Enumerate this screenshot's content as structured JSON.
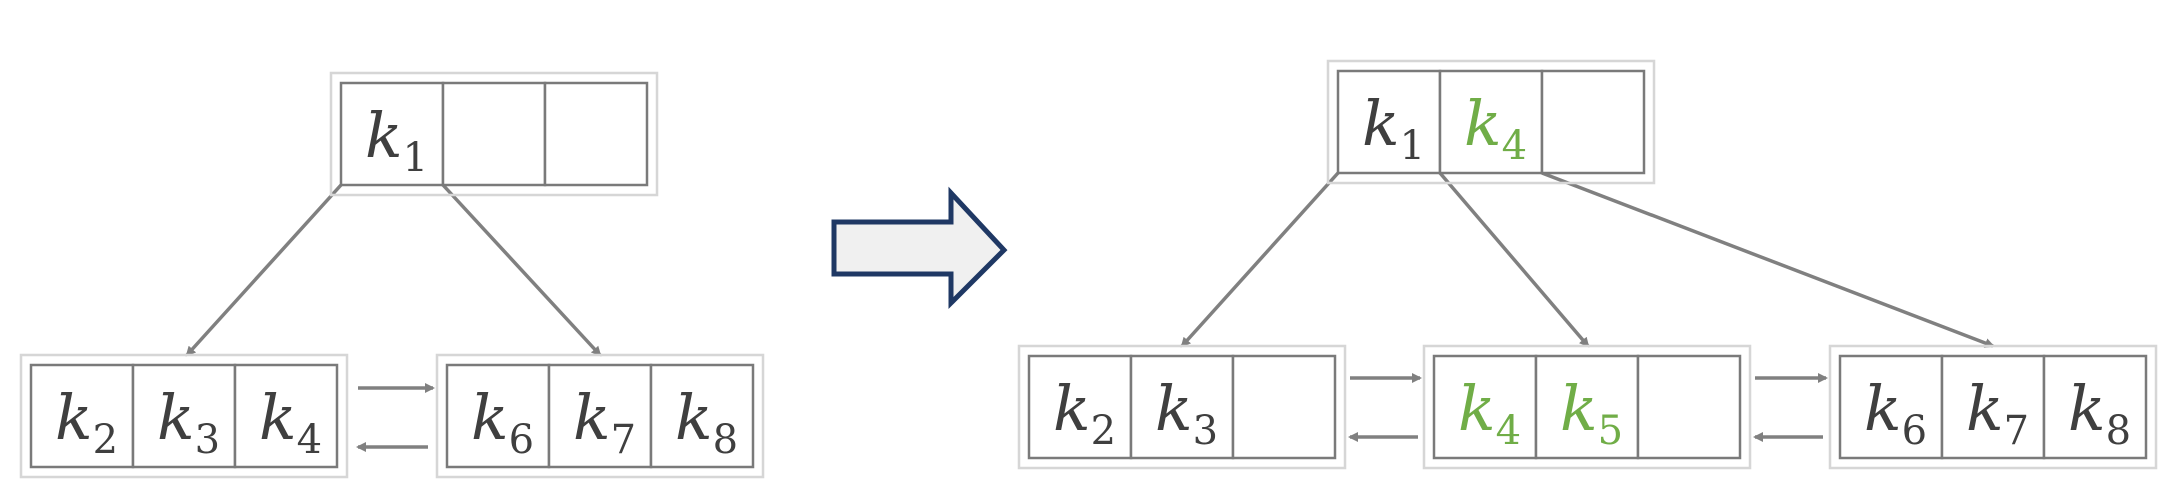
{
  "colors": {
    "cell_stroke": "#7a7a7a",
    "node_outline": "#d6d6d6",
    "edge": "#808080",
    "text": "#3f3f3f",
    "highlight": "#70ad47",
    "arrow_fill": "#f0f0f0",
    "arrow_stroke": "#1f3864"
  },
  "before": {
    "root": {
      "keys": [
        {
          "base": "k",
          "sub": "1"
        },
        null,
        null
      ]
    },
    "left_leaf": {
      "keys": [
        {
          "base": "k",
          "sub": "2"
        },
        {
          "base": "k",
          "sub": "3"
        },
        {
          "base": "k",
          "sub": "4"
        }
      ]
    },
    "right_leaf": {
      "keys": [
        {
          "base": "k",
          "sub": "6"
        },
        {
          "base": "k",
          "sub": "7"
        },
        {
          "base": "k",
          "sub": "8"
        }
      ]
    }
  },
  "after": {
    "root": {
      "keys": [
        {
          "base": "k",
          "sub": "1"
        },
        {
          "base": "k",
          "sub": "4",
          "highlight": true
        },
        null
      ]
    },
    "left_leaf": {
      "keys": [
        {
          "base": "k",
          "sub": "2"
        },
        {
          "base": "k",
          "sub": "3"
        },
        null
      ]
    },
    "middle_leaf": {
      "keys": [
        {
          "base": "k",
          "sub": "4",
          "highlight": true
        },
        {
          "base": "k",
          "sub": "5",
          "highlight": true
        },
        null
      ]
    },
    "right_leaf": {
      "keys": [
        {
          "base": "k",
          "sub": "6"
        },
        {
          "base": "k",
          "sub": "7"
        },
        {
          "base": "k",
          "sub": "8"
        }
      ]
    }
  }
}
